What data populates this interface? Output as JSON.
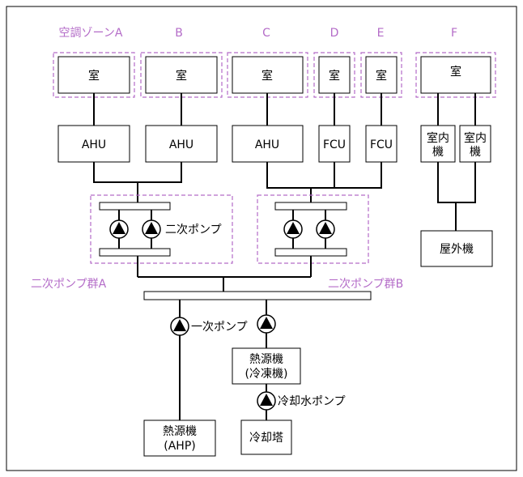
{
  "zones": {
    "a": "空調ゾーンA",
    "b": "B",
    "c": "C",
    "d": "D",
    "e": "E",
    "f": "F"
  },
  "room_label": "室",
  "ahu_label": "AHU",
  "fcu_label": "FCU",
  "indoor_unit": [
    "室内",
    "機"
  ],
  "outdoor_unit": "屋外機",
  "pumps": {
    "secondary_pump": "二次ポンプ",
    "secondary_group_a": "二次ポンプ群A",
    "secondary_group_b": "二次ポンプ群B",
    "primary_pump": "一次ポンプ",
    "cooling_water_pump": "冷却水ポンプ"
  },
  "heat_source_chiller": [
    "熱源機",
    "(冷凍機)"
  ],
  "heat_source_ahp": [
    "熱源機",
    "(AHP)"
  ],
  "cooling_tower": "冷却塔",
  "colors": {
    "zone_accent": "#b46cc8",
    "line": "#000000"
  }
}
